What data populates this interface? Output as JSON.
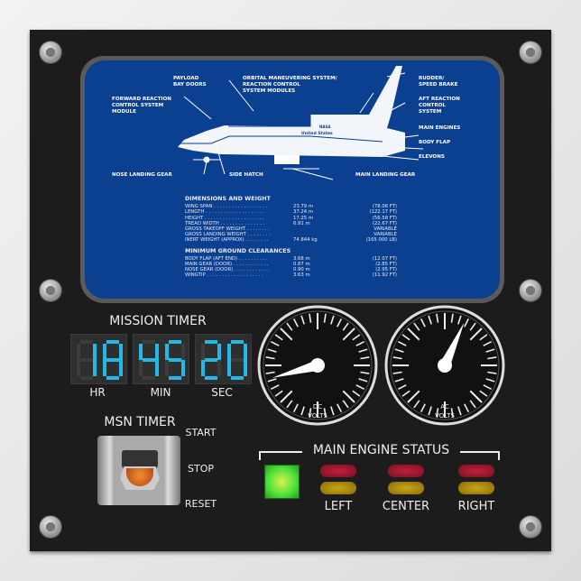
{
  "blueprint": {
    "labels": {
      "payload": "PAYLOAD\nBAY DOORS",
      "oms": "ORBITAL MANEUVERING SYSTEM/\nREACTION CONTROL\nSYSTEM MODULES",
      "rudder": "RUDDER/\nSPEED BRAKE",
      "frcs": "FORWARD REACTION\nCONTROL SYSTEM\nMODULE",
      "arcs": "AFT REACTION\nCONTROL\nSYSTEM",
      "engines": "MAIN ENGINES",
      "flap": "BODY FLAP",
      "elevons": "ELEVONS",
      "nose": "NOSE LANDING GEAR",
      "hatch": "SIDE HATCH",
      "main_gear": "MAIN LANDING GEAR",
      "nasa": "NASA",
      "us": "United States"
    },
    "dimensions_title": "DIMENSIONS AND WEIGHT",
    "dimensions": [
      [
        "WING SPAN . . . . . . . . . . . . . . . . . .",
        "23.79 m",
        "(78.06 FT)"
      ],
      [
        "LENGTH . . . . . . . . . . . . . . . . . . . .",
        "37.24 m",
        "(122.17 FT)"
      ],
      [
        "HEIGHT . . . . . . . . . . . . . . . . . . . .",
        "17.25 m",
        "(56.58 FT)"
      ],
      [
        "TREAD WIDTH . . . . . . . . . . . . . . .",
        "6.91 m",
        "(22.67 FT)"
      ],
      [
        "GROSS TAKEOFF WEIGHT . . . . . . . .",
        "",
        "VARIABLE"
      ],
      [
        "GROSS LANDING WEIGHT . . . . . . . .",
        "",
        "VARIABLE"
      ],
      [
        "INERT WEIGHT (APPROX) . . . . . . . .",
        "74 844 kg",
        "(165 000 LB)"
      ]
    ],
    "clearances_title": "MINIMUM GROUND CLEARANCES",
    "clearances": [
      [
        "BODY FLAP (AFT END) . . . . . . . . . .",
        "3.68 m",
        "(12.07 FT)"
      ],
      [
        "MAIN GEAR (DOOR) . . . . . . . . . . . .",
        "0.87 m",
        "(2.85 FT)"
      ],
      [
        "NOSE GEAR (DOOR) . . . . . . . . . . . .",
        "0.90 m",
        "(2.95 FT)"
      ],
      [
        "WINGTIP . . . . . . . . . . . . . . . . . . .",
        "3.63 m",
        "(11.92 FT)"
      ]
    ]
  },
  "mission_timer": {
    "title": "MISSION TIMER",
    "hr": "18",
    "min": "45",
    "sec": "20",
    "hr_label": "HR",
    "min_label": "MIN",
    "sec_label": "SEC",
    "digit_color": "#22b8e8"
  },
  "msn_timer": {
    "title": "MSN TIMER",
    "start": "START",
    "stop": "STOP",
    "reset": "RESET"
  },
  "gauges": [
    {
      "line1": "DC",
      "line2": "VOLTS",
      "level": 0.11
    },
    {
      "line1": "AC",
      "line2": "VOLTS",
      "level": 0.59
    }
  ],
  "engine_status": {
    "title": "MAIN ENGINE STATUS",
    "left": "LEFT",
    "center": "CENTER",
    "right": "RIGHT",
    "master_color": "#4ce03a"
  }
}
